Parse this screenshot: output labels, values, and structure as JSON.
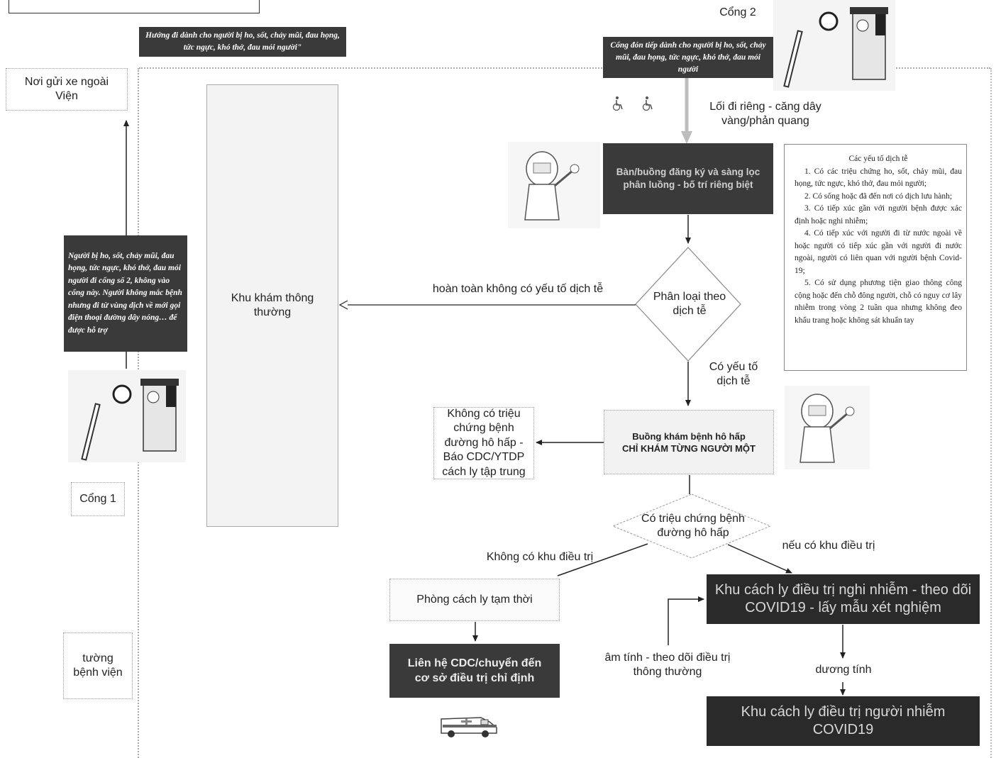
{
  "gate2_label": "Cổng 2",
  "gate1_label": "Cổng 1",
  "parking_label": "Nơi gửi xe ngoài Viện",
  "wall_label": "tường bệnh viện",
  "direction_note": "Hướng đi dành cho người bị ho, sốt, chảy mũi, đau họng, tức ngực, khó thở, đau mỏi người\"",
  "gate2_entrance": "Cổng đón tiếp dành cho người bị ho, sốt, chảy mũi, đau họng, tức ngực, khó thở, đau mỏi người",
  "private_path": "Lối đi riêng - căng dây vàng/phản quang",
  "gate1_note": "Người bị ho, sốt, chảy mũi, đau họng, tức ngực, khó thở, đau mỏi người đi cổng số 2, không vào cổng này. Người không mắc bệnh nhưng đi từ vùng dịch về mới gọi điện thoại đường dây nóng… để được hỗ trợ",
  "general_exam_area": "Khu khám thông thường",
  "registration_booth": "Bàn/buồng đăng ký và sàng lọc phân luồng - bố trí riêng biệt",
  "classify_diamond": "Phân loại theo dịch tễ",
  "no_epi_factor": "hoàn toàn không có yếu tố dịch tễ",
  "has_epi_factor": "Có yếu tố dịch tễ",
  "resp_exam_line1": "Buồng khám bệnh hô hấp",
  "resp_exam_line2": "CHỈ KHÁM TỪNG NGƯỜI MỘT",
  "no_symptoms_box": "Không có triệu chứng bệnh đường hô hấp - Báo CDC/YTDP cách ly tập trung",
  "symptoms_diamond": "Có triệu chứng bệnh đường hô hấp",
  "no_treatment_area": "Không có khu điều trị",
  "has_treatment_area": "nếu có khu điều trị",
  "temp_isolation": "Phòng cách ly tạm thời",
  "contact_cdc": "Liên hệ CDC/chuyển đến cơ sở điều trị chỉ định",
  "suspected_isolation": "Khu cách ly điều trị nghi nhiễm - theo dõi COVID19 - lấy mẫu xét nghiệm",
  "negative_label": "âm tính - theo dõi điều trị thông thường",
  "positive_label": "dương tính",
  "confirmed_isolation": "Khu cách ly điều trị  người nhiễm COVID19",
  "criteria": {
    "title": "Các yếu tố dịch tễ",
    "items": [
      "1. Có các triệu chứng ho, sốt, chảy mũi, đau họng, tức ngực, khó thở, đau mỏi người;",
      "2. Có sống hoặc đã đến nơi có dịch lưu hành;",
      "3. Có tiếp xúc gần với người bệnh được xác định hoặc nghi nhiễm;",
      "4. Có tiếp xúc với người đi từ nước ngoài về hoặc người có tiếp xúc gần với người đi nước ngoài, người có liên quan với người bệnh Covid-19;",
      "5. Có sử dụng phương tiện giao thông công cộng hoặc đến chỗ đông người, chỗ có nguy cơ lây nhiễm trong vòng 2 tuần qua nhưng không đeo khẩu trang hoặc không sát khuẩn tay"
    ]
  },
  "colors": {
    "dark_box": "#3a3a3a",
    "darker_box": "#2a2a2a",
    "line": "#222222",
    "path_arrow": "#bdbdbd"
  }
}
